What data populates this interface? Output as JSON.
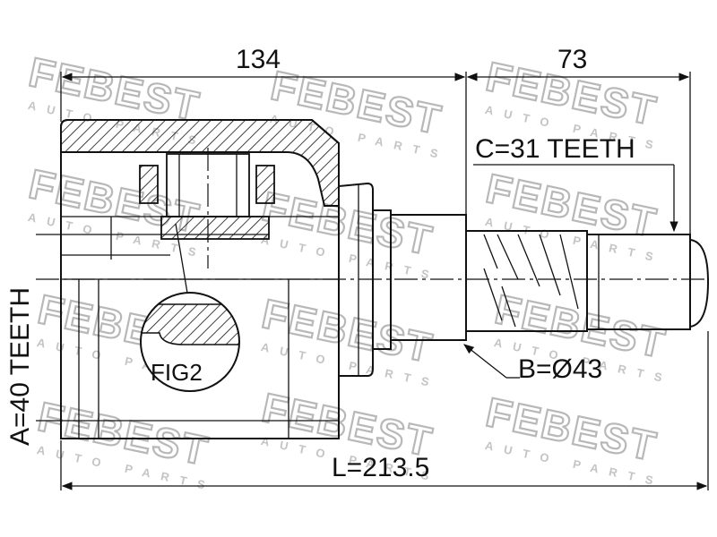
{
  "drawing": {
    "dim_top_left": "134",
    "dim_top_right": "73",
    "label_spline_teeth": "C=31 TEETH",
    "label_housing_teeth": "A=40 TEETH",
    "label_diameter": "B=Ø43",
    "label_length": "L=213.5",
    "label_figure": "FIG2"
  },
  "watermark": {
    "brand": "FEBEST",
    "sub": "AUTO PARTS"
  },
  "colors": {
    "line": "#111111",
    "watermark": "#b8b8b8",
    "background": "#ffffff"
  }
}
